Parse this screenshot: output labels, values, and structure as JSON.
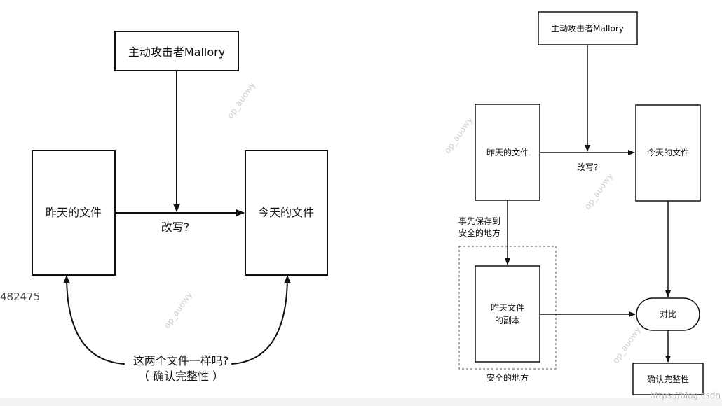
{
  "left_diagram": {
    "attacker": "主动攻击者Mallory",
    "yesterday_file": "昨天的文件",
    "today_file": "今天的文件",
    "rewrite": "改写?",
    "question_line1": "这两个文件一样吗?",
    "question_line2": "（ 确认完整性 ）"
  },
  "right_diagram": {
    "attacker": "主动攻击者Mallory",
    "yesterday_file": "昨天的文件",
    "today_file": "今天的文件",
    "rewrite": "改写?",
    "save_line1": "事先保存到",
    "save_line2": "安全的地方",
    "copy_line1": "昨天文件",
    "copy_line2": "的副本",
    "safe_place": "安全的地方",
    "compare": "对比",
    "confirm": "确认完整性"
  },
  "side_number": "482475",
  "watermark": "op_auowy",
  "corner_watermark": "https://blog.csdn"
}
